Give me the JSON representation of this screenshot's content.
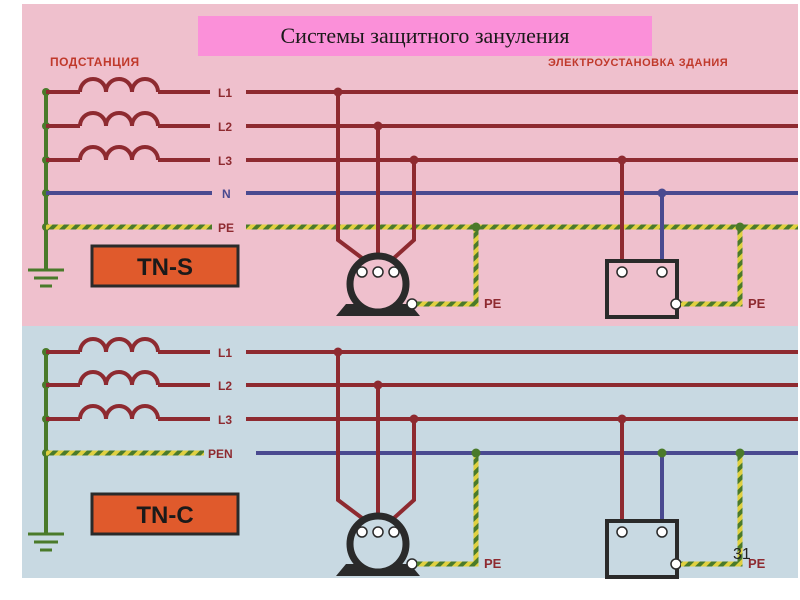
{
  "slide": {
    "title": "Системы защитного зануления",
    "page_number": "31"
  },
  "colors": {
    "tns_background": "#efc0cd",
    "tnc_background": "#c8d9e2",
    "phase_wire": "#8e2a30",
    "neutral_wire": "#4a4a90",
    "pe_green": "#4a7a2a",
    "pe_yellow": "#e0d040",
    "label_box": "#e05a2c",
    "title_box": "#fb90d9"
  },
  "tns": {
    "source_label": "ПОДСТАНЦИЯ",
    "building_label": "ЭЛЕКТРОУСТАНОВКА  ЗДАНИЯ",
    "system_label": "TN-S",
    "wires": [
      {
        "label": "L1",
        "type": "phase"
      },
      {
        "label": "L2",
        "type": "phase"
      },
      {
        "label": "L3",
        "type": "phase"
      },
      {
        "label": "N",
        "type": "neutral"
      },
      {
        "label": "PE",
        "type": "pe"
      }
    ],
    "motor_pe_label": "PE",
    "box_pe_label": "PE"
  },
  "tnc": {
    "system_label": "TN-C",
    "wires": [
      {
        "label": "L1",
        "type": "phase"
      },
      {
        "label": "L2",
        "type": "phase"
      },
      {
        "label": "L3",
        "type": "phase"
      },
      {
        "label": "PEN",
        "type": "pen"
      }
    ],
    "motor_pe_label": "PE",
    "box_pe_label": "PE"
  }
}
